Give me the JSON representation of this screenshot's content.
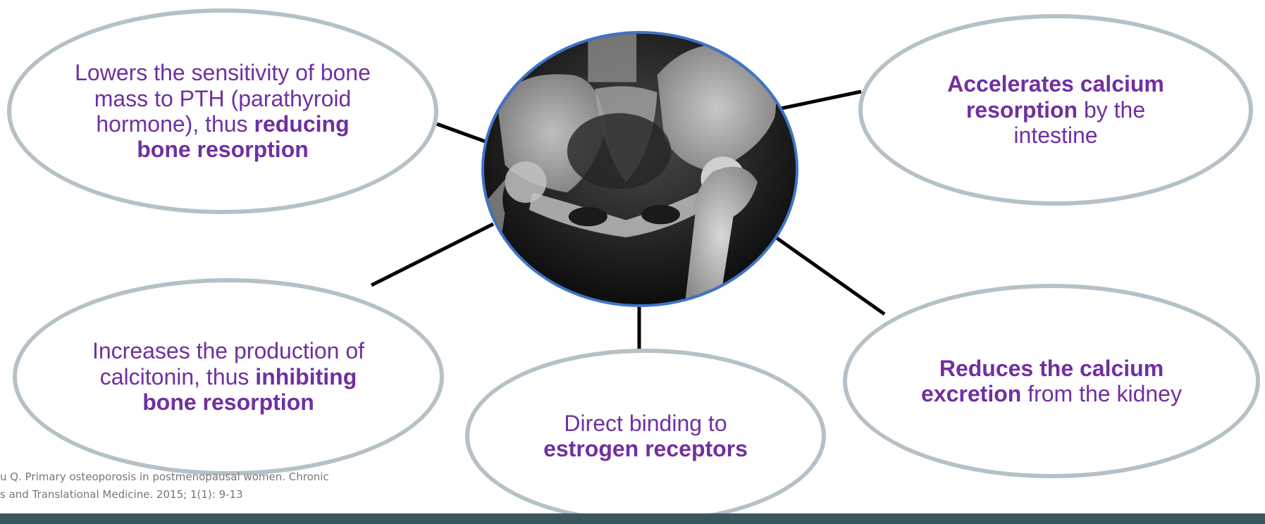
{
  "ovals": {
    "top_left": {
      "pre": "Lowers the sensitivity of bone mass to PTH (parathyroid hormone), thus ",
      "bold": "reducing bone resorption",
      "post": ""
    },
    "top_right": {
      "pre": "",
      "bold": "Accelerates calcium resorption",
      "post": " by the intestine"
    },
    "bottom_left": {
      "pre": "Increases the production of calcitonin, thus ",
      "bold": "inhibiting bone resorption",
      "post": ""
    },
    "bottom_middle": {
      "pre": "Direct binding to ",
      "bold": "estrogen receptors",
      "post": ""
    },
    "bottom_right": {
      "pre": "",
      "bold": "Reduces the calcium excretion",
      "post": " from the kidney"
    }
  },
  "citation": {
    "line1": "u Q.  Primary osteoporosis in postmenopausal women.  Chronic",
    "line2": "s and Translational Medicine. 2015; 1(1): 9-13"
  },
  "colors": {
    "text": "#7030a0",
    "oval_border": "#b5c1c7",
    "image_border": "#3f74c9",
    "connector": "#000000",
    "footer": "#3c5660"
  },
  "central_image": "pelvis-xray"
}
